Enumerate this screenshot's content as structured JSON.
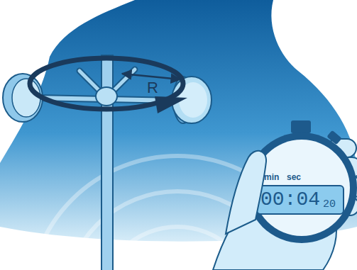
{
  "diagram": {
    "labels": [
      "R",
      "min",
      "sec",
      "00:04",
      "20"
    ]
  }
}
